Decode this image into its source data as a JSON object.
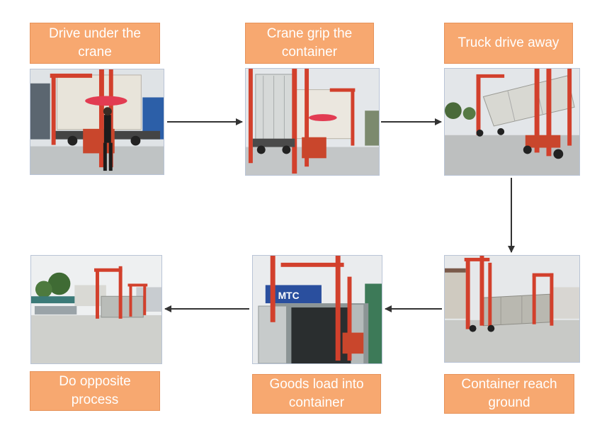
{
  "steps": [
    {
      "label": "Drive under the\ncrane"
    },
    {
      "label": "Crane grip the\ncontainer"
    },
    {
      "label": "Truck drive away"
    },
    {
      "label": "Container reach\nground"
    },
    {
      "label": "Goods load into\ncontainer"
    },
    {
      "label": "Do opposite\nprocess"
    }
  ],
  "photo_text": {
    "container_brand": "MTC"
  },
  "colors": {
    "label_fill": "#f7a870",
    "label_border": "#e6925a",
    "label_text": "#ffffff",
    "crane": "#d2402c",
    "arrow": "#333333"
  }
}
